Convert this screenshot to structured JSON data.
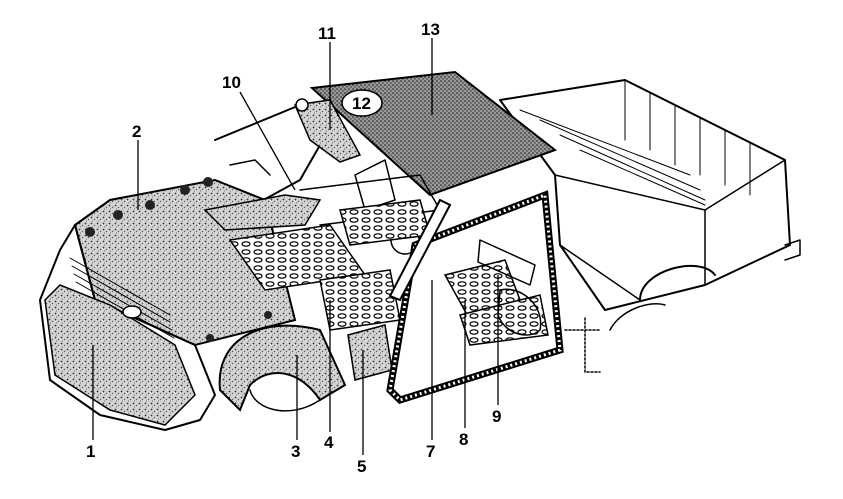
{
  "diagram": {
    "callouts": [
      {
        "id": "1",
        "label": "1"
      },
      {
        "id": "2",
        "label": "2"
      },
      {
        "id": "3",
        "label": "3"
      },
      {
        "id": "4",
        "label": "4"
      },
      {
        "id": "5",
        "label": "5"
      },
      {
        "id": "7",
        "label": "7"
      },
      {
        "id": "8",
        "label": "8"
      },
      {
        "id": "9",
        "label": "9"
      },
      {
        "id": "10",
        "label": "10"
      },
      {
        "id": "11",
        "label": "11"
      },
      {
        "id": "12",
        "label": "12"
      },
      {
        "id": "13",
        "label": "13"
      }
    ],
    "colors": {
      "ink": "#000000",
      "speckle": "#bdbdbd",
      "paper": "#ffffff"
    }
  }
}
